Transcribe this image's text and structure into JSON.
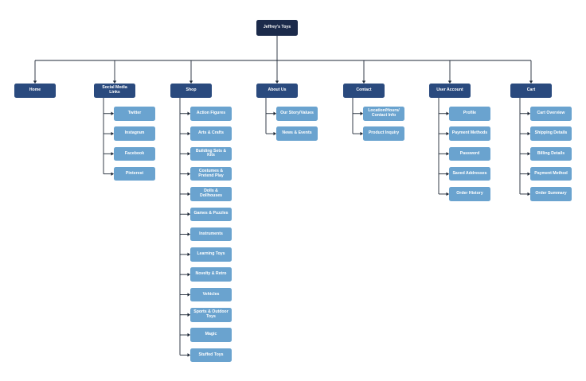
{
  "root": "Jeffrey's Toys",
  "colors": {
    "root": "#1b2a4a",
    "category": "#2a4a7e",
    "item": "#6aa3cf",
    "connector": "#1f2937"
  },
  "categories": [
    {
      "label": "Home",
      "items": []
    },
    {
      "label": "Social Media Links",
      "items": [
        "Twitter",
        "Instagram",
        "Facebook",
        "Pinterest"
      ]
    },
    {
      "label": "Shop",
      "items": [
        "Action Figures",
        "Arts & Crafts",
        "Building Sets & Kits",
        "Costumes & Pretend Play",
        "Dolls & Dollhouses",
        "Games & Puzzles",
        "Instruments",
        "Learning Toys",
        "Novelty & Retro",
        "Vehicles",
        "Sports & Outdoor Toys",
        "Magic",
        "Stuffed Toys"
      ]
    },
    {
      "label": "About Us",
      "items": [
        "Our Story/Values",
        "News & Events"
      ]
    },
    {
      "label": "Contact",
      "items": [
        "Location/Hours/ Contact Info",
        "Product Inquiry"
      ]
    },
    {
      "label": "User Account",
      "items": [
        "Profile",
        "Payment Methods",
        "Password",
        "Saved Addresses",
        "Order History"
      ]
    },
    {
      "label": "Cart",
      "items": [
        "Cart Overview",
        "Shipping Details",
        "Billing Details",
        "Payment Method",
        "Order Summary"
      ]
    }
  ]
}
